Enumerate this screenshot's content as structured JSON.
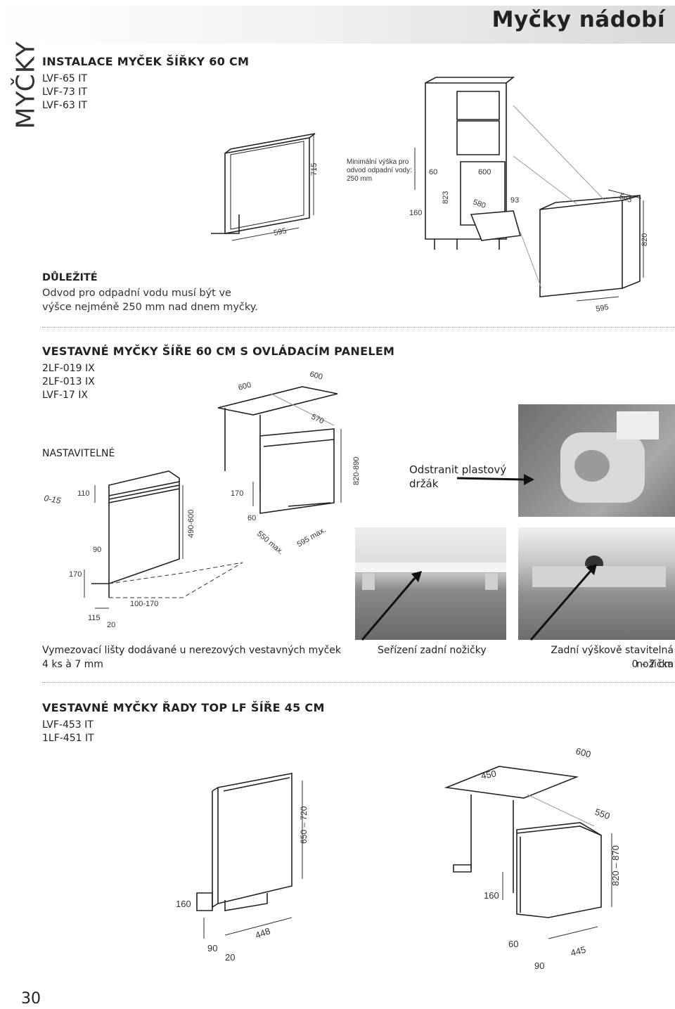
{
  "header": {
    "title": "Myčky nádobí",
    "side_label": "MYČKY"
  },
  "section1": {
    "title": "INSTALACE MYČEK ŠÍŘKY 60 CM",
    "models": [
      "LVF-65 IT",
      "LVF-73 IT",
      "LVF-63 IT"
    ],
    "note_title": "DŮLEŽITÉ",
    "note_lines": [
      "Odvod pro odpadní vodu musí být ve",
      "výšce nejméně 250 mm nad dnem myčky."
    ],
    "diagram": {
      "door_height": "715",
      "door_width": "595",
      "drain_note": [
        "Minimální výška pro",
        "odvod odpadní vody:",
        "250 mm"
      ],
      "dim_60": "60",
      "dim_600": "600",
      "dim_823": "823",
      "dim_160": "160",
      "dim_580": "580",
      "dim_93": "93",
      "dim_545": "545",
      "dim_820": "820",
      "dim_595": "595"
    }
  },
  "section2": {
    "title": "VESTAVNÉ MYČKY ŠÍŘE 60 CM S OVLÁDACÍM PANELEM",
    "models": [
      "2LF-019 IX",
      "2LF-013 IX",
      "LVF-17 IX"
    ],
    "adjustable_label": "NASTAVITELNÉ",
    "diagram": {
      "dim_0_15": "0-15",
      "dim_110": "110",
      "dim_90": "90",
      "dim_170a": "170",
      "dim_490_600": "490-600",
      "dim_100_170": "100-170",
      "dim_115": "115",
      "dim_20": "20",
      "dim_600a": "600",
      "dim_600b": "600",
      "dim_570": "570",
      "dim_170b": "170",
      "dim_60": "60",
      "dim_550max": "550 max.",
      "dim_595max": "595 max.",
      "dim_820_890": "820-890"
    },
    "photo_label": [
      "Odstranit plastový",
      "držák"
    ],
    "captions": {
      "strips": [
        "Vymezovací lišty dodávané u nerezových vestavných myček",
        "4 ks à 7 mm"
      ],
      "rear_foot": "Seřízení zadní nožičky",
      "rear_height": [
        "Zadní výškově stavitelná nožička",
        "0 – 7 cm"
      ]
    }
  },
  "section3": {
    "title": "VESTAVNÉ MYČKY ŘADY TOP LF ŠÍŘE 45 CM",
    "models": [
      "LVF-453 IT",
      "1LF-451 IT"
    ],
    "diagram": {
      "dim_650_720": "650 – 720",
      "dim_160a": "160",
      "dim_448": "448",
      "dim_90a": "90",
      "dim_20": "20",
      "dim_600": "600",
      "dim_450": "450",
      "dim_550": "550",
      "dim_820_870": "820 – 870",
      "dim_160b": "160",
      "dim_60": "60",
      "dim_90b": "90",
      "dim_445": "445"
    }
  },
  "page_number": "30"
}
